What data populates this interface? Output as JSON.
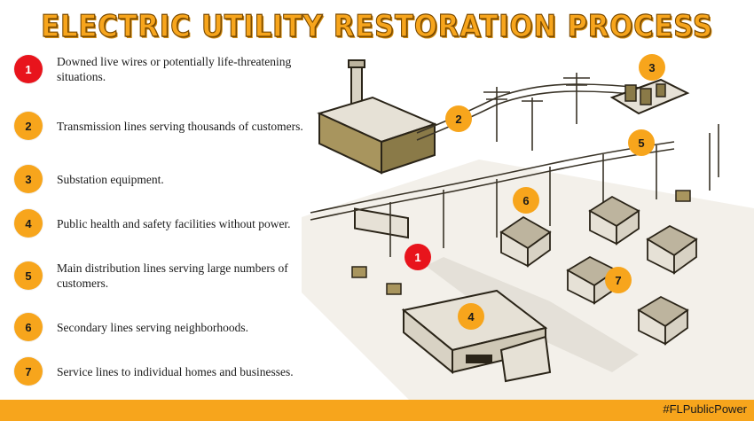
{
  "title": "ELECTRIC UTILITY RESTORATION PROCESS",
  "colors": {
    "accent": "#f7a51c",
    "priority": "#e8141c",
    "text": "#1a1a1a"
  },
  "steps": [
    {
      "num": "1",
      "text": "Downed live wires or potentially life-threatening situations.",
      "color": "#e8141c"
    },
    {
      "num": "2",
      "text": "Transmission lines serving thousands of customers.",
      "color": "#f7a51c"
    },
    {
      "num": "3",
      "text": "Substation equipment.",
      "color": "#f7a51c"
    },
    {
      "num": "4",
      "text": "Public health and safety facilities without power.",
      "color": "#f7a51c"
    },
    {
      "num": "5",
      "text": "Main distribution lines serving large numbers of customers.",
      "color": "#f7a51c"
    },
    {
      "num": "6",
      "text": "Secondary lines serving neighborhoods.",
      "color": "#f7a51c"
    },
    {
      "num": "7",
      "text": "Service lines to individual homes and businesses.",
      "color": "#f7a51c"
    }
  ],
  "map_markers": [
    "1",
    "2",
    "3",
    "4",
    "5",
    "6",
    "7"
  ],
  "footer": {
    "hashtag": "#FLPublicPower"
  }
}
